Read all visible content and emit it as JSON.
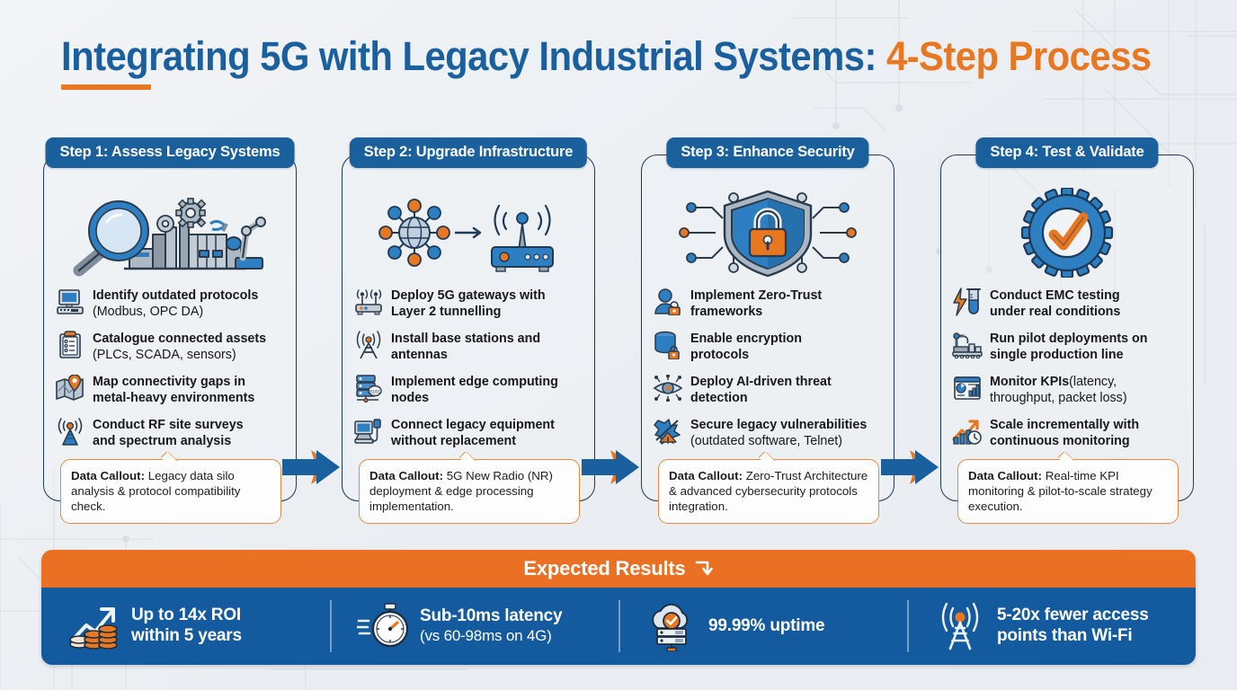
{
  "title": {
    "main": "Integrating 5G with Legacy Industrial Systems: ",
    "accent": "4-Step Process"
  },
  "colors": {
    "brand_blue": "#1a5f9e",
    "header_blue": "#1a609c",
    "accent_orange": "#e87722",
    "banner_orange": "#ea7024",
    "banner_blue": "#135b9e",
    "card_border": "#1f3a56",
    "callout_border": "#e8893f",
    "background": "#eef1f4"
  },
  "steps": [
    {
      "header": "Step 1: Assess Legacy Systems",
      "illustration_icon": "magnifier-factory-robot-icon",
      "bullets": [
        {
          "icon": "desktop-computer-icon",
          "main": "Identify outdated protocols",
          "sub": "(Modbus, OPC DA)"
        },
        {
          "icon": "clipboard-checklist-icon",
          "main": "Catalogue connected assets",
          "sub": "(PLCs, SCADA, sensors)"
        },
        {
          "icon": "map-pin-icon",
          "main": "Map connectivity gaps in",
          "sub2": "metal-heavy environments"
        },
        {
          "icon": "radio-tower-icon",
          "main": "Conduct RF site surveys",
          "sub2": "and spectrum analysis"
        }
      ],
      "callout_label": "Data Callout:",
      "callout_text": " Legacy data silo analysis & protocol compatibility check."
    },
    {
      "header": "Step 2: Upgrade Infrastructure",
      "illustration_icon": "network-globe-to-router-icon",
      "bullets": [
        {
          "icon": "wireless-router-icon",
          "main": "Deploy 5G gateways with",
          "sub2": "Layer 2 tunnelling"
        },
        {
          "icon": "antenna-tower-icon",
          "main": "Install base stations and",
          "sub2": "antennas"
        },
        {
          "icon": "edge-server-icon",
          "main": "Implement edge computing",
          "sub2": "nodes"
        },
        {
          "icon": "legacy-pc-usb-icon",
          "main": "Connect legacy equipment",
          "sub2": "without replacement"
        }
      ],
      "callout_label": "Data Callout:",
      "callout_text": " 5G New Radio (NR) deployment & edge processing implementation."
    },
    {
      "header": "Step 3: Enhance Security",
      "illustration_icon": "shield-lock-circuit-icon",
      "bullets": [
        {
          "icon": "user-lock-icon",
          "main": "Implement Zero-Trust",
          "sub2": "frameworks"
        },
        {
          "icon": "database-lock-icon",
          "main": "Enable encryption",
          "sub2": "protocols"
        },
        {
          "icon": "ai-eye-icon",
          "main": "Deploy AI-driven threat",
          "sub2": "detection"
        },
        {
          "icon": "vulnerability-warning-icon",
          "main": "Secure legacy vulnerabilities",
          "sub": "(outdated software, Telnet)"
        }
      ],
      "callout_label": "Data Callout:",
      "callout_text": " Zero-Trust Architecture & advanced cybersecurity protocols integration."
    },
    {
      "header": "Step 4: Test & Validate",
      "illustration_icon": "gear-checkmark-icon",
      "bullets": [
        {
          "icon": "test-tube-bolt-icon",
          "main": "Conduct EMC testing",
          "sub2": "under real conditions"
        },
        {
          "icon": "production-line-icon",
          "main": "Run pilot deployments on",
          "sub2": "single production line"
        },
        {
          "icon": "kpi-dashboard-icon",
          "main": "Monitor KPIs",
          "sub": "(latency,",
          "sub2": "throughput, packet loss)"
        },
        {
          "icon": "growth-chart-clock-icon",
          "main": "Scale incrementally with",
          "sub2": "continuous monitoring"
        }
      ],
      "callout_label": "Data Callout:",
      "callout_text": " Real-time KPI monitoring & pilot-to-scale strategy execution."
    }
  ],
  "connectors": [
    {
      "icon": "arrow-right-icon"
    },
    {
      "icon": "arrow-right-icon"
    },
    {
      "icon": "arrow-right-icon"
    }
  ],
  "results": {
    "title": "Expected Results",
    "title_icon": "arrow-down-hook-icon",
    "items": [
      {
        "icon": "roi-coins-chart-icon",
        "line1": "Up to 14x ROI",
        "line2": "within 5 years",
        "line2_regular": false
      },
      {
        "icon": "stopwatch-icon",
        "line1": "Sub-10ms latency",
        "line2": "(vs 60-98ms on 4G)",
        "line2_regular": true
      },
      {
        "icon": "cloud-uptime-icon",
        "line1": "99.99% uptime",
        "line2": "",
        "line2_regular": false
      },
      {
        "icon": "access-point-tower-icon",
        "line1": "5-20x fewer access",
        "line2": "points than Wi-Fi",
        "line2_regular": false
      }
    ]
  }
}
